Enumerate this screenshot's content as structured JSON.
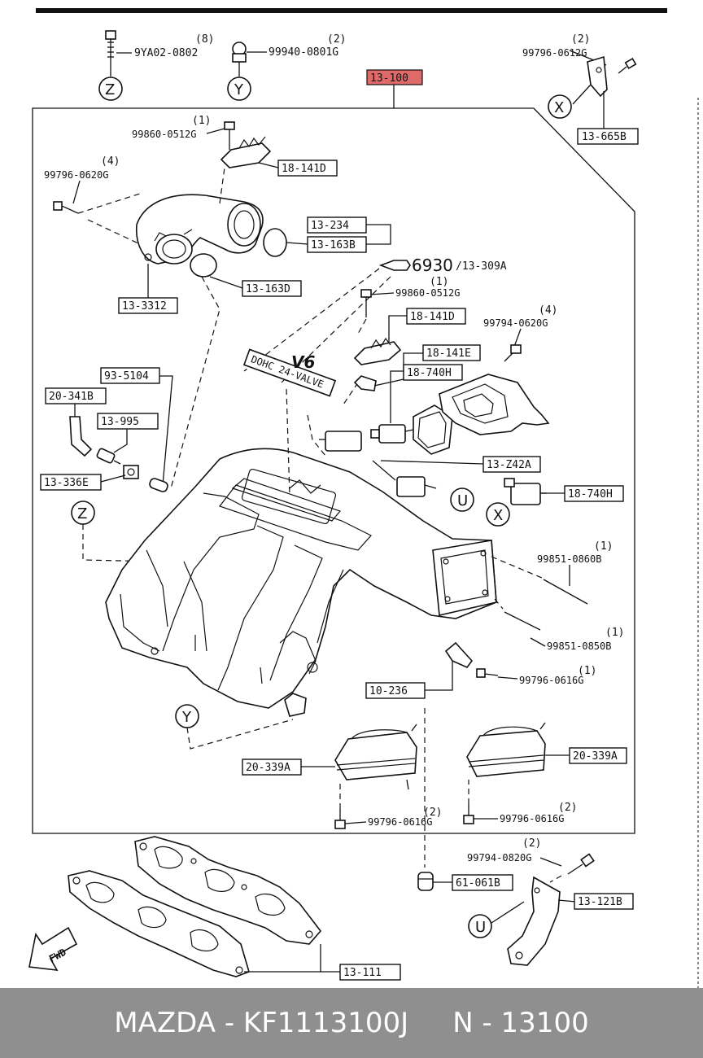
{
  "main_part": {
    "code": "13-100",
    "highlight": "#e06a6a"
  },
  "labels": {
    "p_9YA02": {
      "code": "9YA02-0802",
      "qty": "(8)"
    },
    "p_99940": {
      "code": "99940-0801G",
      "qty": "(2)"
    },
    "p_99796_0612": {
      "code": "99796-0612G",
      "qty": "(2)"
    },
    "p_13_665B": "13-665B",
    "p_99860_top": {
      "code": "99860-0512G",
      "qty": "(1)"
    },
    "p_18_141D_top": "18-141D",
    "p_99796_0620": {
      "code": "99796-0620G",
      "qty": "(4)"
    },
    "p_13_234": "13-234",
    "p_13_163B": "13-163B",
    "p_13_163D": "13-163D",
    "p_6930": "6930",
    "p_13_309A": "/13-309A",
    "p_99860_mid": {
      "code": "99860-0512G",
      "qty": "(1)"
    },
    "p_13_3312": "13-3312",
    "p_18_141D_mid": "18-141D",
    "p_99794_0620": {
      "code": "99794-0620G",
      "qty": "(4)"
    },
    "p_18_141E": "18-141E",
    "p_18_740H_top": "18-740H",
    "p_93_5104": "93-5104",
    "p_20_341B": "20-341B",
    "p_13_995": "13-995",
    "p_13_336E": "13-336E",
    "p_13_Z42A": "13-Z42A",
    "p_18_740H_right": "18-740H",
    "p_99851_0860": {
      "code": "99851-0860B",
      "qty": "(1)"
    },
    "p_99851_0850": {
      "code": "99851-0850B",
      "qty": "(1)"
    },
    "p_99796_0616_mid": {
      "code": "99796-0616G",
      "qty": "(1)"
    },
    "p_10_236": "10-236",
    "p_20_339A_left": "20-339A",
    "p_20_339A_right": "20-339A",
    "p_99796_0616_bl": {
      "code": "99796-0616G",
      "qty": "(2)"
    },
    "p_99796_0616_br": {
      "code": "99796-0616G",
      "qty": "(2)"
    },
    "p_99794_0820": {
      "code": "99794-0820G",
      "qty": "(2)"
    },
    "p_61_061B": "61-061B",
    "p_13_121B": "13-121B",
    "p_13_111": "13-111",
    "emblem_text": "DOHC 24-VALVE",
    "emblem_v6": "V6",
    "fwd": "FWD"
  },
  "circle_refs": {
    "z": "Z",
    "y": "Y",
    "x": "X",
    "u": "U"
  },
  "footer": {
    "brand": "MAZDA",
    "part_number": "KF1113100J",
    "ref": "N - 13100",
    "text": "MAZDA - KF1113100J     N - 13100"
  }
}
